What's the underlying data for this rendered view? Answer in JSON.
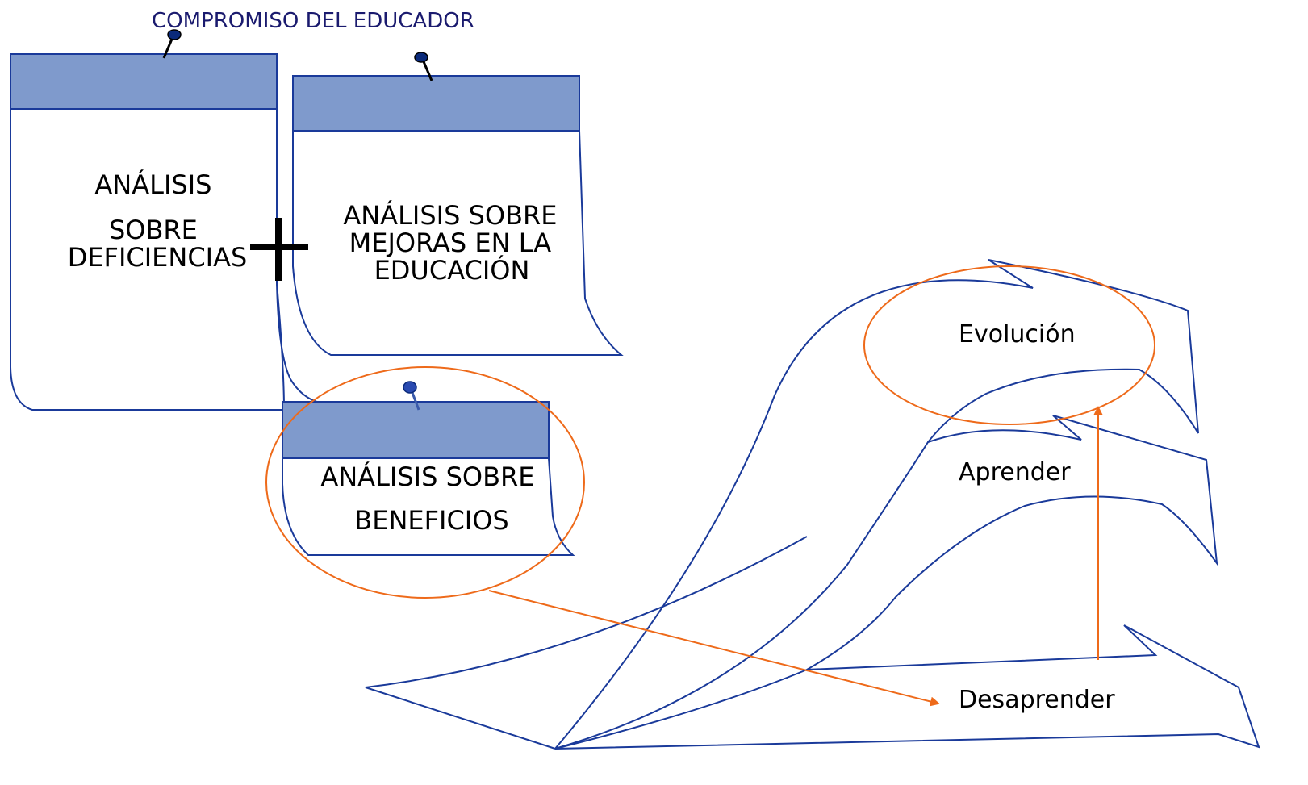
{
  "header": {
    "title": "COMPROMISO DEL EDUCADOR"
  },
  "notes": {
    "deficiencias": {
      "line1": "ANÁLISIS",
      "line2": "SOBRE",
      "line3": "DEFICIENCIAS"
    },
    "mejoras": {
      "line1": "ANÁLISIS SOBRE",
      "line2": "MEJORAS EN LA",
      "line3": "EDUCACIÓN"
    },
    "beneficios": {
      "line1": "ANÁLISIS SOBRE",
      "line2": "BENEFICIOS"
    }
  },
  "operator": "+",
  "stages": {
    "evolucion": "Evolución",
    "aprender": "Aprender",
    "desaprender": "Desaprender"
  },
  "colors": {
    "note_header": "#7f9acc",
    "note_border": "#1a3a9a",
    "arrow_outline": "#1a3a9a",
    "highlight": "#ee6a1a",
    "pin": "#0a2a7a"
  }
}
